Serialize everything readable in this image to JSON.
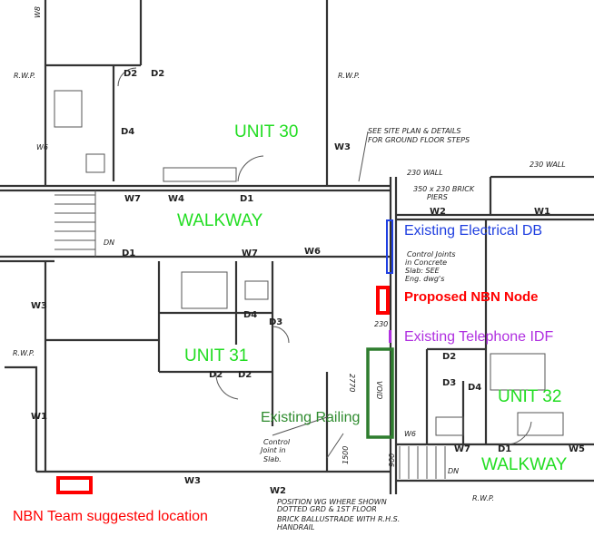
{
  "colors": {
    "unit": "#22dd22",
    "electrical": "#1f3fe0",
    "nbn": "#ff0000",
    "telephone": "#b030e0",
    "railing": "#2e8b2e"
  },
  "annotations": {
    "unit30": "UNIT 30",
    "walkway_top": "WALKWAY",
    "electrical_db": "Existing Electrical DB",
    "nbn_node": "Proposed NBN Node",
    "telephone_idf": "Existing Telephone IDF",
    "unit31": "UNIT 31",
    "unit32": "UNIT 32",
    "railing": "Existing Railing",
    "walkway_bottom": "WALKWAY",
    "nbn_suggested": "NBN Team suggested location"
  },
  "plan_labels": {
    "w8": "W8",
    "w6a": "W6",
    "d2a": "D2",
    "d2b": "D2",
    "d4a": "D4",
    "w7a": "W7",
    "w4": "W4",
    "d1a": "D1",
    "w3a": "W3",
    "rwp1": "R.W.P.",
    "rwp2": "R.W.P.",
    "rwp3": "R.W.P.",
    "rwp4": "R.W.P.",
    "dn1": "DN",
    "d1b": "D1",
    "w7b": "W7",
    "w6b": "W6",
    "w3b": "W3",
    "w1a": "W1",
    "d4b": "D4",
    "d3a": "D3",
    "d2c": "D2",
    "d2d": "D2",
    "w3c": "W3",
    "w2a": "W2",
    "site_note1": "SEE SITE PLAN & DETAILS",
    "site_note2": "FOR GROUND FLOOR STEPS",
    "wall230a": "230 WALL",
    "wall230b": "230 WALL",
    "piers1": "350 x 230 BRICK",
    "piers2": "PIERS",
    "w2b": "W2",
    "w1b": "W1",
    "cj1": "Control Joints",
    "cj2": "in Concrete",
    "cj3": "Slab: SEE",
    "cj4": "Eng. dwg's",
    "dim230": "230",
    "dim2770": "2770",
    "dim1500": "1500",
    "void": "VOID",
    "d2e": "D2",
    "d3b": "D3",
    "d4c": "D4",
    "w6c": "W6",
    "w7c": "W7",
    "d1c": "D1",
    "w5": "W5",
    "dn2": "DN",
    "dim900": "900",
    "cjs1": "Control",
    "cjs2": "Joint in",
    "cjs3": "Slab.",
    "pos1": "POSITION WG WHERE SHOWN",
    "pos2": "DOTTED GRD & 1ST FLOOR",
    "bal1": "BRICK BALLUSTRADE WITH R.H.S.",
    "bal2": "HANDRAIL"
  }
}
